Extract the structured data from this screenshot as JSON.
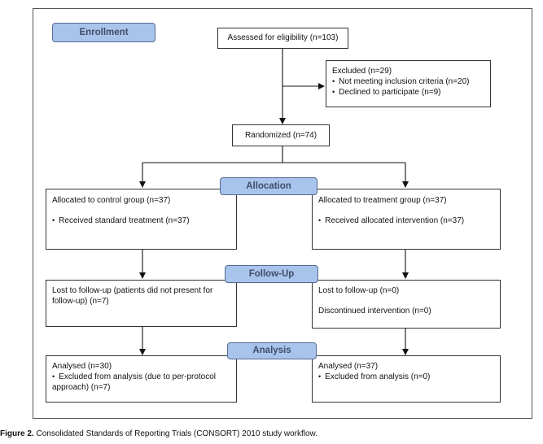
{
  "stages": {
    "enrollment": "Enrollment",
    "allocation": "Allocation",
    "followup": "Follow-Up",
    "analysis": "Analysis"
  },
  "assessed": "Assessed for eligibility (n=103)",
  "excluded": {
    "title": "Excluded  (n=29)",
    "items": [
      "Not meeting inclusion criteria (n=20)",
      "Declined to participate (n=9)"
    ]
  },
  "randomized": "Randomized (n=74)",
  "control": {
    "allocated": "Allocated to control group (n=37)",
    "received": "Received standard treatment (n=37)",
    "lost": "Lost to follow-up (patients did not present for follow-up) (n=7)",
    "analysed": "Analysed  (n=30)",
    "excluded_analysis": "Excluded from analysis (due to per-protocol approach) (n=7)"
  },
  "treatment": {
    "allocated": "Allocated to treatment group (n=37)",
    "received": "Received allocated intervention (n=37)",
    "lost": "Lost to follow-up (n=0)",
    "discontinued": "Discontinued intervention (n=0)",
    "analysed": "Analysed  (n=37)",
    "excluded_analysis": "Excluded from analysis (n=0)"
  },
  "caption": {
    "label": "Figure 2.",
    "text": "Consolidated Standards of Reporting Trials (CONSORT) 2010 study workflow."
  }
}
